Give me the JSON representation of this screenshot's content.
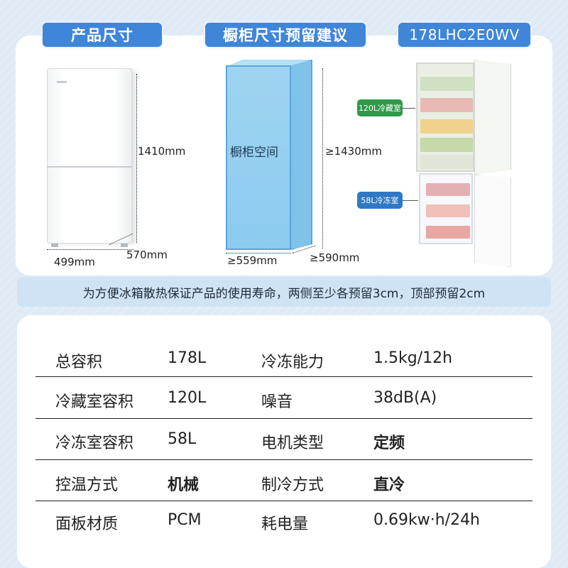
{
  "tabs": {
    "size": "产品尺寸",
    "cabinet": "橱柜尺寸预留建议",
    "model": "178LHC2E0WV"
  },
  "product_dims": {
    "height": "1410mm",
    "width": "499mm",
    "depth": "570mm"
  },
  "cabinet": {
    "label": "橱柜空间",
    "height": "≥1430mm",
    "width": "≥559mm",
    "depth": "≥590mm"
  },
  "compartments": {
    "fridge": "120L冷藏室",
    "freezer": "58L冷冻室"
  },
  "note": "为方便冰箱散热保证产品的使用寿命，两侧至少各预留3cm，顶部预留2cm",
  "specs": [
    {
      "k1": "总容积",
      "v1": "178L",
      "k2": "冷冻能力",
      "v2": "1.5kg/12h"
    },
    {
      "k1": "冷藏室容积",
      "v1": "120L",
      "k2": "噪音",
      "v2": "38dB(A)"
    },
    {
      "k1": "冷冻室容积",
      "v1": "58L",
      "k2": "电机类型",
      "v2": "定频"
    },
    {
      "k1": "控温方式",
      "v1": "机械",
      "k2": "制冷方式",
      "v2": "直冷"
    },
    {
      "k1": "面板材质",
      "v1": "PCM",
      "k2": "耗电量",
      "v2": "0.69kw·h/24h"
    }
  ],
  "colors": {
    "accent": "#3f86d8",
    "background": "#dfeaf5",
    "fridge_badge": "#2f9a4a",
    "freezer_badge": "#2f78c4",
    "cabinet_fill": "#9fd4f1"
  }
}
